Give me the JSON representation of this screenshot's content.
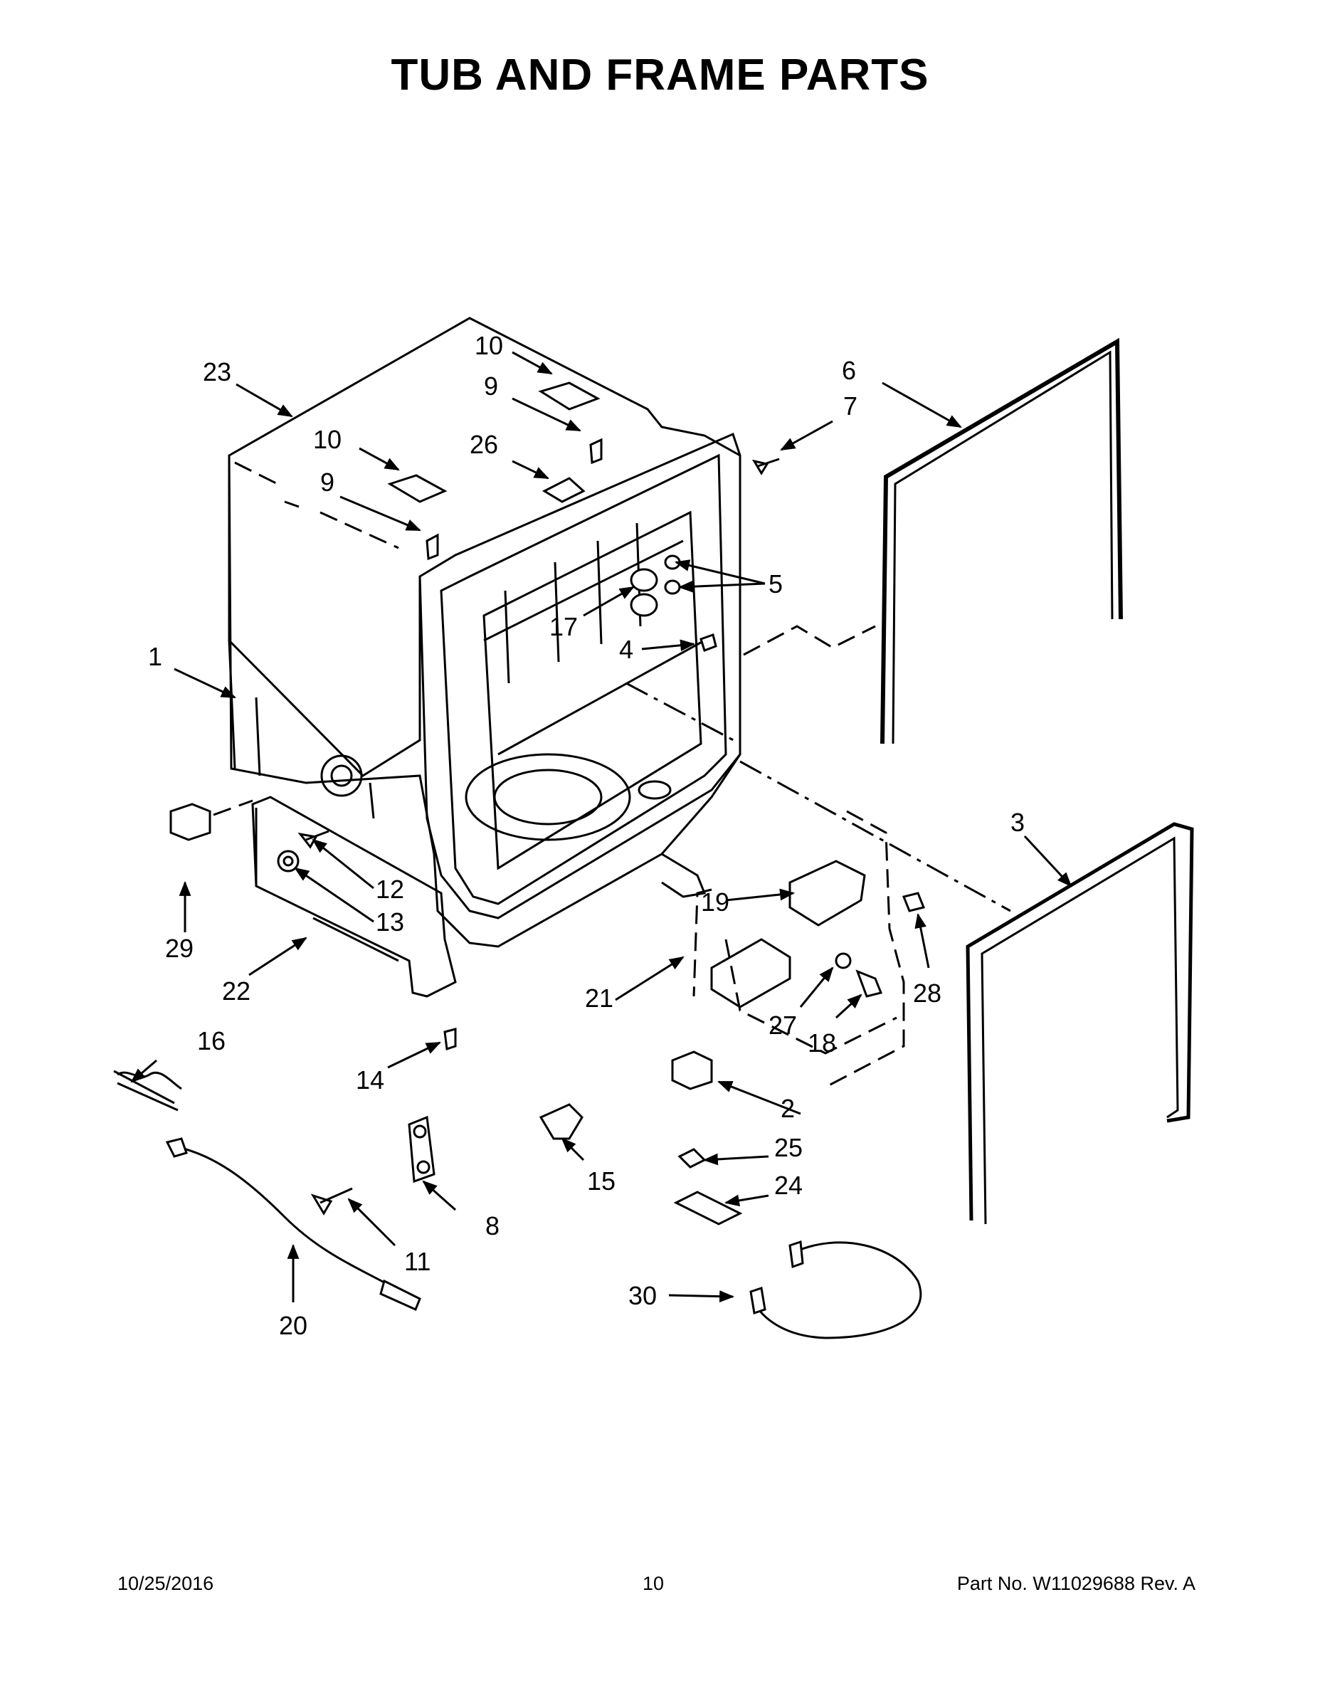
{
  "title": "TUB AND FRAME PARTS",
  "footer": {
    "date": "10/25/2016",
    "page": "10",
    "part": "Part No.  W11029688  Rev.  A"
  },
  "callouts": {
    "c1": "1",
    "c2": "2",
    "c3": "3",
    "c4": "4",
    "c5": "5",
    "c6": "6",
    "c7": "7",
    "c8": "8",
    "c9a": "9",
    "c9b": "9",
    "c10a": "10",
    "c10b": "10",
    "c11": "11",
    "c12": "12",
    "c13": "13",
    "c14": "14",
    "c15": "15",
    "c16": "16",
    "c17": "17",
    "c18": "18",
    "c19": "19",
    "c20": "20",
    "c21": "21",
    "c22": "22",
    "c23": "23",
    "c24": "24",
    "c25": "25",
    "c26": "26",
    "c27": "27",
    "c28": "28",
    "c29": "29",
    "c30": "30"
  }
}
